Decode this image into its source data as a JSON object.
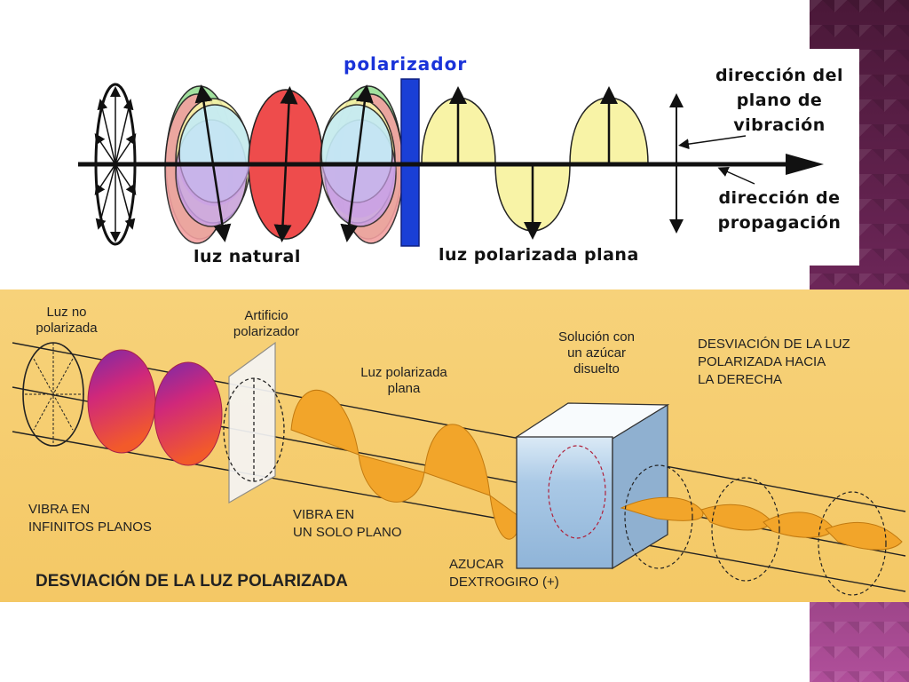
{
  "top_diagram": {
    "polarizer_label": "polarizador",
    "natural_light_label": "luz natural",
    "plane_polarized_label": "luz polarizada plana",
    "vibration_direction": [
      "dirección del",
      "plano de",
      "vibración"
    ],
    "propagation_direction": [
      "dirección de",
      "propagación"
    ]
  },
  "bottom_diagram": {
    "unpolarized_label": [
      "Luz no",
      "polarizada"
    ],
    "polarizer_label": [
      "Artificio",
      "polarizador"
    ],
    "plane_polarized_label": [
      "Luz polarizada",
      "plana"
    ],
    "solution_label": [
      "Solución con",
      "un azúcar",
      "disuelto"
    ],
    "deviation_label": [
      "DESVIACIÓN DE LA LUZ",
      "POLARIZADA HACIA",
      "LA DERECHA"
    ],
    "infinite_planes_label": [
      "VIBRA EN",
      "INFINITOS PLANOS"
    ],
    "single_plane_label": [
      "VIBRA EN",
      "UN SOLO PLANO"
    ],
    "sugar_label": [
      "AZUCAR",
      "DEXTROGIRO (+)"
    ],
    "title": "DESVIACIÓN DE LA LUZ POLARIZADA"
  },
  "colors": {
    "polarizer_blue": "#1a3fd6",
    "wave_yellow": "#f8f3a6",
    "background_orange": "#f5cb6c",
    "wave_orange": "#f2a52a",
    "cube_blue": "#a9c8e6",
    "side_purple": "#6a2556"
  }
}
